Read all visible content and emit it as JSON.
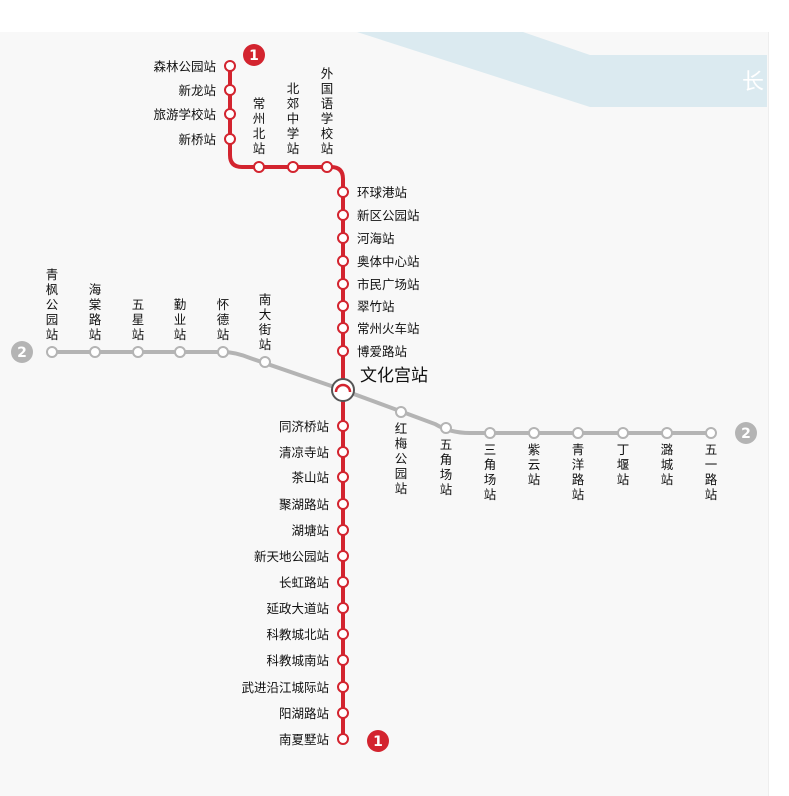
{
  "river": {
    "label": "长",
    "color": "#dbeaf0"
  },
  "lines": {
    "line1": {
      "badge": "1",
      "color": "#d3242f",
      "stations_left_top": [
        "森林公园站",
        "新龙站",
        "旅游学校站",
        "新桥站"
      ],
      "stations_vertical": [
        "常州北站",
        "北郊中学站",
        "外国语学校站"
      ],
      "stations_right": [
        "环球港站",
        "新区公园站",
        "河海站",
        "奥体中心站",
        "市民广场站",
        "翠竹站",
        "常州火车站",
        "博爱路站"
      ],
      "stations_south": [
        "同济桥站",
        "清凉寺站",
        "茶山站",
        "聚湖路站",
        "湖塘站",
        "新天地公园站",
        "长虹路站",
        "延政大道站",
        "科教城北站",
        "科教城南站",
        "武进沿江城际站",
        "阳湖路站",
        "南夏墅站"
      ]
    },
    "line2": {
      "badge": "2",
      "color": "#b4b4b4",
      "stations_west": [
        "青枫公园站",
        "海棠路站",
        "五星站",
        "勤业站",
        "怀德站",
        "南大街站"
      ],
      "stations_east": [
        "红梅公园站",
        "五角场站",
        "三角场站",
        "紫云站",
        "青洋路站",
        "丁堰站",
        "潞城站",
        "五一路站"
      ]
    }
  },
  "interchange": {
    "name": "文化宫站"
  }
}
